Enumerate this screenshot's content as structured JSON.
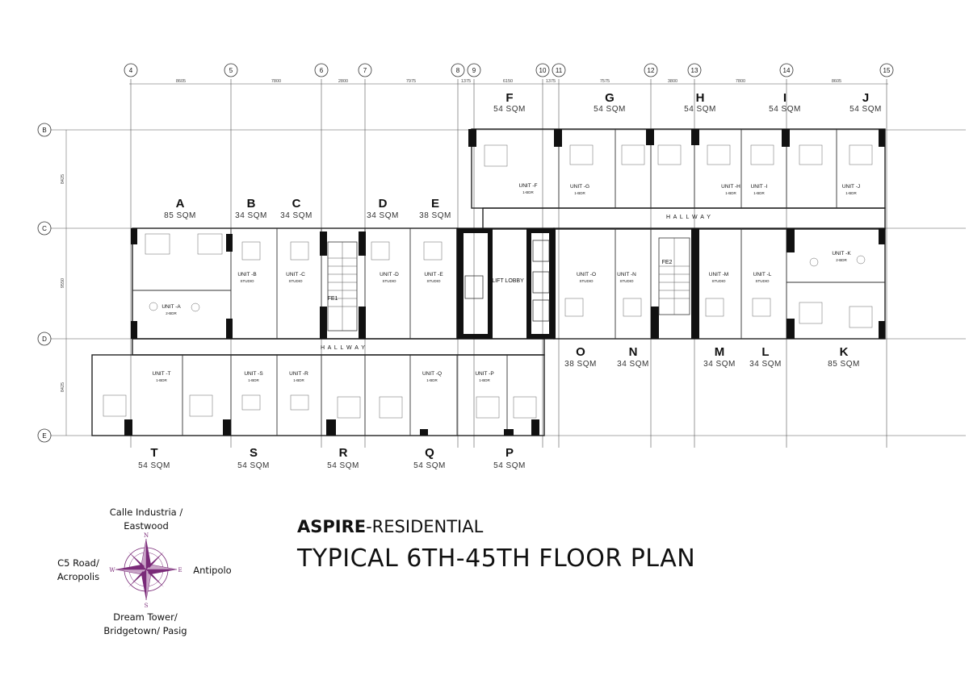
{
  "title": {
    "brand": "ASPIRE",
    "brand_suffix": "-RESIDENTIAL",
    "main": "TYPICAL 6TH-45TH FLOOR PLAN"
  },
  "grid": {
    "columns": [
      "4",
      "5",
      "6",
      "7",
      "8",
      "9",
      "10",
      "11",
      "12",
      "13",
      "14",
      "15"
    ],
    "rows": [
      "B",
      "C",
      "D",
      "E"
    ],
    "dims_top": [
      "8605",
      "7800",
      "2800",
      "7975",
      "1375",
      "6150",
      "1375",
      "7575",
      "3800",
      "7800",
      "8605"
    ],
    "dims_left": [
      "8425",
      "9550",
      "8425"
    ]
  },
  "units_top": [
    {
      "letter": "A",
      "area": "85 SQM"
    },
    {
      "letter": "B",
      "area": "34 SQM"
    },
    {
      "letter": "C",
      "area": "34 SQM"
    },
    {
      "letter": "D",
      "area": "34 SQM"
    },
    {
      "letter": "E",
      "area": "38 SQM"
    },
    {
      "letter": "F",
      "area": "54 SQM"
    },
    {
      "letter": "G",
      "area": "54 SQM"
    },
    {
      "letter": "H",
      "area": "54 SQM"
    },
    {
      "letter": "I",
      "area": "54 SQM"
    },
    {
      "letter": "J",
      "area": "54 SQM"
    }
  ],
  "units_mid": [
    {
      "letter": "O",
      "area": "38 SQM"
    },
    {
      "letter": "N",
      "area": "34 SQM"
    },
    {
      "letter": "M",
      "area": "34 SQM"
    },
    {
      "letter": "L",
      "area": "34 SQM"
    },
    {
      "letter": "K",
      "area": "85 SQM"
    }
  ],
  "units_bottom": [
    {
      "letter": "T",
      "area": "54 SQM"
    },
    {
      "letter": "S",
      "area": "54 SQM"
    },
    {
      "letter": "R",
      "area": "54 SQM"
    },
    {
      "letter": "Q",
      "area": "54 SQM"
    },
    {
      "letter": "P",
      "area": "54 SQM"
    }
  ],
  "plan_labels": {
    "hallway": "H A L L W A Y",
    "lift_lobby": "LIFT LOBBY",
    "fe1": "FE1",
    "fe2": "FE2",
    "unit_a": "UNIT -A",
    "unit_a_type": "2-BDR",
    "unit_b": "UNIT -B",
    "unit_b_type": "STUDIO",
    "unit_c": "UNIT -C",
    "unit_c_type": "STUDIO",
    "unit_d": "UNIT -D",
    "unit_d_type": "STUDIO",
    "unit_e": "UNIT -E",
    "unit_e_type": "STUDIO",
    "unit_f": "UNIT -F",
    "unit_f_type": "1-BDR",
    "unit_g": "UNIT -G",
    "unit_g_type": "1-BDR",
    "unit_h": "UNIT -H",
    "unit_h_type": "1-BDR",
    "unit_i": "UNIT -I",
    "unit_i_type": "1-BDR",
    "unit_j": "UNIT -J",
    "unit_j_type": "1-BDR",
    "unit_k": "UNIT -K",
    "unit_k_type": "2-BDR",
    "unit_l": "UNIT -L",
    "unit_l_type": "STUDIO",
    "unit_m": "UNIT -M",
    "unit_m_type": "STUDIO",
    "unit_n": "UNIT -N",
    "unit_n_type": "STUDIO",
    "unit_o": "UNIT -O",
    "unit_o_type": "STUDIO",
    "unit_p": "UNIT -P",
    "unit_p_type": "1-BDR",
    "unit_q": "UNIT -Q",
    "unit_q_type": "1-BDR",
    "unit_r": "UNIT -R",
    "unit_r_type": "1-BDR",
    "unit_s": "UNIT -S",
    "unit_s_type": "1-BDR",
    "unit_t": "UNIT -T",
    "unit_t_type": "1-BDR"
  },
  "compass": {
    "north_label": "Calle Industria / Eastwood",
    "west_label": "C5 Road/ Acropolis",
    "east_label": "Antipolo",
    "south_label": "Dream Tower/ Bridgetown/ Pasig",
    "n": "N",
    "s": "S",
    "e": "E",
    "w": "W",
    "color": "#7a2a78"
  }
}
